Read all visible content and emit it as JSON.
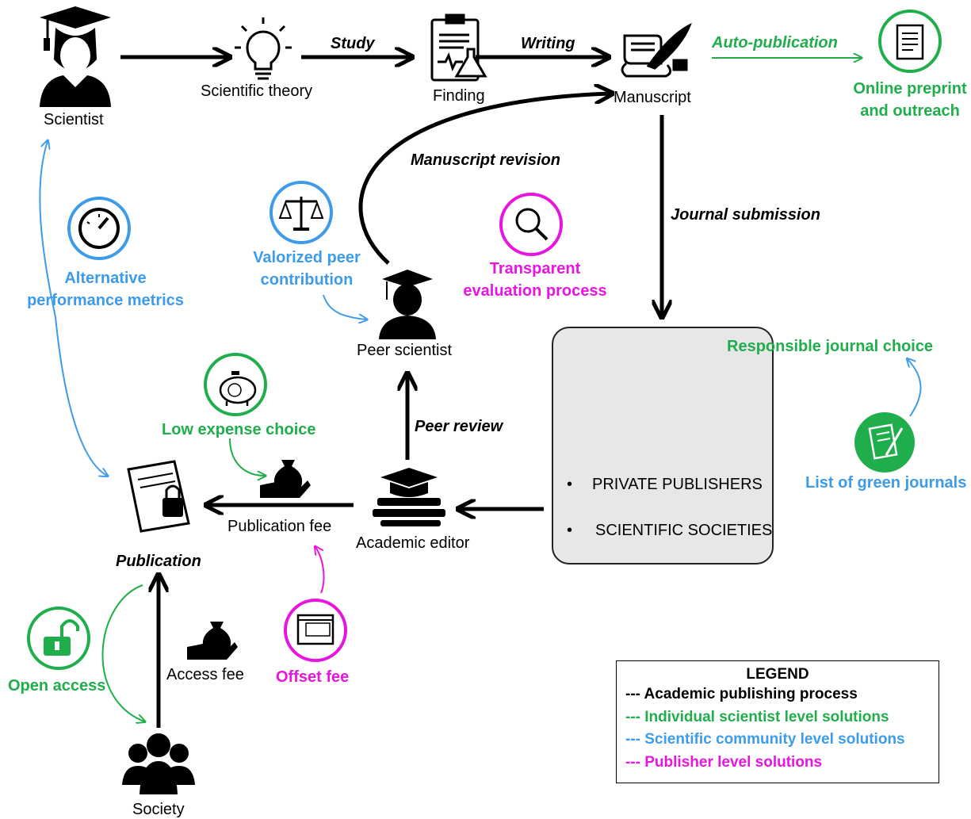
{
  "nodes": {
    "scientist": "Scientist",
    "theory": "Scientific theory",
    "finding": "Finding",
    "manuscript": "Manuscript",
    "peer": "Peer scientist",
    "editor": "Academic editor",
    "publication": "Publication",
    "publication_fee": "Publication fee",
    "access_fee": "Access fee",
    "society": "Society"
  },
  "edges": {
    "study": "Study",
    "writing": "Writing",
    "revision": "Manuscript revision",
    "submission": "Journal submission",
    "peer_review": "Peer review"
  },
  "publishers": {
    "items": [
      "PRIVATE PUBLISHERS",
      "SCIENTIFIC SOCIETIES"
    ]
  },
  "solutions": {
    "auto_publication": "Auto-publication",
    "preprint_line1": "Online preprint",
    "preprint_line2": "and outreach",
    "responsible_choice": "Responsible journal choice",
    "green_journals": "List of green journals",
    "low_expense": "Low expense choice",
    "open_access": "Open access",
    "alt_metrics_line1": "Alternative",
    "alt_metrics_line2": "performance metrics",
    "valorized_line1": "Valorized peer",
    "valorized_line2": "contribution",
    "transparent_line1": "Transparent",
    "transparent_line2": "evaluation process",
    "offset_fee": "Offset fee"
  },
  "icons": {
    "scientist": "scientist-icon",
    "theory": "lightbulb-icon",
    "finding": "clipboard-flask-icon",
    "manuscript": "quill-scroll-icon",
    "preprint": "online-document-icon",
    "peer": "graduate-silhouette-icon",
    "editor": "books-mortarboard-icon",
    "publication": "locked-document-icon",
    "society": "group-people-icon",
    "money": "money-bag-hand-icon",
    "piggy": "piggy-bank-euro-icon",
    "gauge": "speedometer-icon",
    "scales": "balance-scales-icon",
    "magnifier": "magnifier-icon",
    "ads": "ads-window-icon",
    "unlock": "open-padlock-icon",
    "checkbox": "checkbox-icon"
  },
  "legend": {
    "title": "LEGEND",
    "rows": [
      {
        "text": "--- Academic publishing process",
        "color": "#000000"
      },
      {
        "text": "--- Individual scientist level solutions",
        "color": "#1fae4b"
      },
      {
        "text": "--- Scientific community level solutions",
        "color": "#3d9be9"
      },
      {
        "text": "--- Publisher level solutions",
        "color": "#e815e0"
      }
    ]
  },
  "colors": {
    "process": "#000000",
    "individual": "#1fae4b",
    "community": "#3d9be9",
    "publisher": "#e815e0"
  }
}
